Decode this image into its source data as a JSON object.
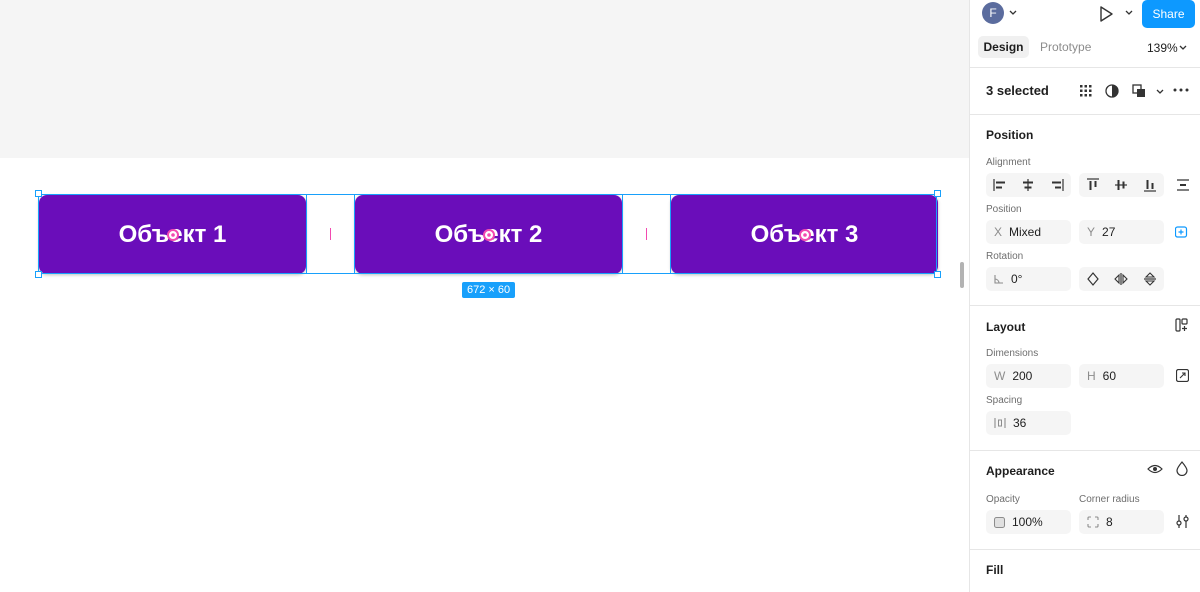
{
  "canvas": {
    "objects": [
      "Объект 1",
      "Объект 2",
      "Объект 3"
    ],
    "object_color": "#6a0dba",
    "selection_color": "#18a0fb",
    "spacing_mark_color": "#f24ab0",
    "dimension_badge": "672 × 60"
  },
  "header": {
    "avatar_initial": "F",
    "share_label": "Share",
    "tabs": {
      "design": "Design",
      "prototype": "Prototype"
    },
    "zoom": "139%"
  },
  "selection": {
    "label": "3 selected"
  },
  "position": {
    "title": "Position",
    "alignment_label": "Alignment",
    "position_label": "Position",
    "x_prefix": "X",
    "x_value": "Mixed",
    "y_prefix": "Y",
    "y_value": "27",
    "rotation_label": "Rotation",
    "rotation_value": "0°"
  },
  "layout": {
    "title": "Layout",
    "dimensions_label": "Dimensions",
    "w_prefix": "W",
    "w_value": "200",
    "h_prefix": "H",
    "h_value": "60",
    "spacing_label": "Spacing",
    "spacing_value": "36"
  },
  "appearance": {
    "title": "Appearance",
    "opacity_label": "Opacity",
    "opacity_value": "100%",
    "radius_label": "Corner radius",
    "radius_value": "8"
  },
  "fill": {
    "title": "Fill"
  }
}
